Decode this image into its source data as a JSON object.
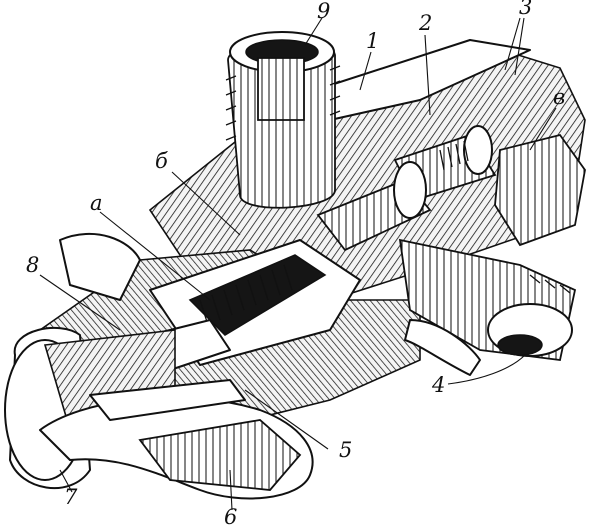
{
  "callouts": {
    "label_1": "1",
    "label_2": "2",
    "label_3": "3",
    "label_4": "4",
    "label_5": "5",
    "label_6": "6",
    "label_7": "7",
    "label_8": "8",
    "label_9": "9",
    "label_a": "а",
    "label_b": "б",
    "label_v": "в"
  }
}
